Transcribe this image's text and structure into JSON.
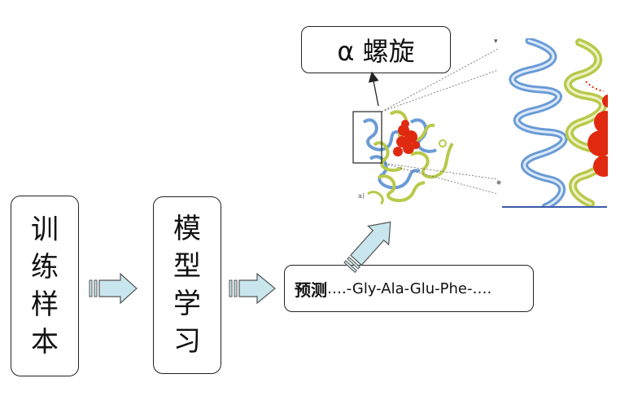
{
  "training": {
    "chars": [
      "训",
      "练",
      "样",
      "本"
    ]
  },
  "model": {
    "chars": [
      "模",
      "型",
      "学",
      "习"
    ]
  },
  "prediction": {
    "label": "预测",
    "sequence": "….-Gly-Ala-Glu-Phe-…."
  },
  "result": {
    "label": "α 螺旋"
  },
  "structure": {
    "panel_label": "a)"
  },
  "colors": {
    "arrow_fill": "#c9e6ef",
    "helix_blue": "#6a9bd6",
    "helix_green": "#b9c94a",
    "ligand_red": "#e02a10"
  }
}
